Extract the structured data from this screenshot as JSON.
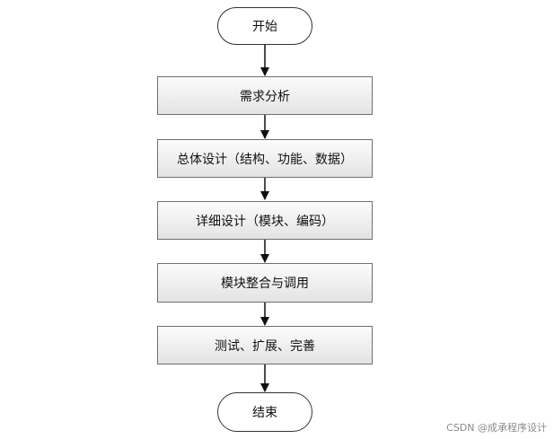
{
  "flowchart": {
    "start": "开始",
    "steps": [
      "需求分析",
      "总体设计（结构、功能、数据）",
      "详细设计（模块、编码）",
      "模块整合与调用",
      "测试、扩展、完善"
    ],
    "end": "结束"
  },
  "watermark": "CSDN @成承程序设计"
}
